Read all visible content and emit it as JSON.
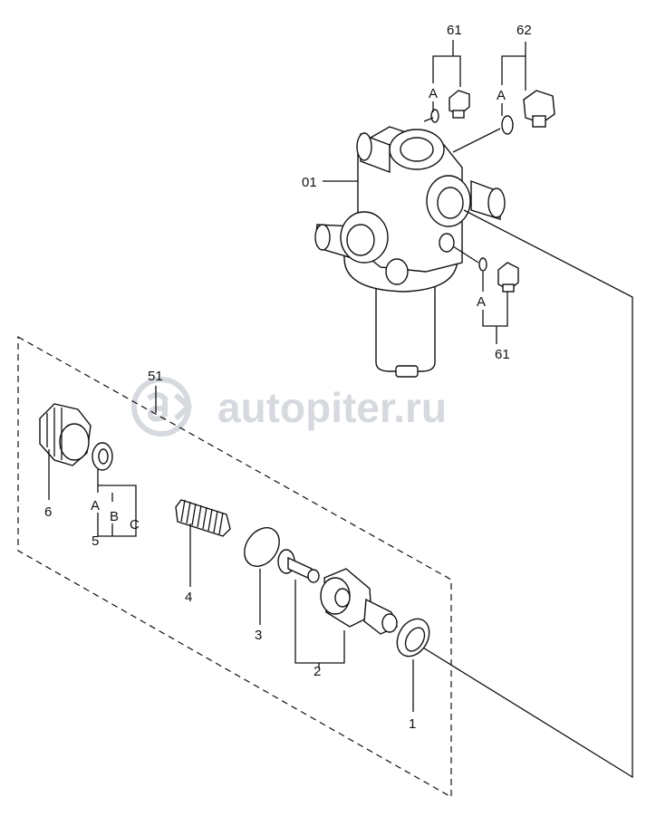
{
  "labels": {
    "assembly": "01",
    "plug_top_1": "61",
    "plug_top_2": "62",
    "plug_side": "61",
    "kit": "51",
    "seat": "1",
    "valve": "2",
    "oring": "3",
    "spring": "4",
    "washer": "5",
    "cap": "6",
    "code_a": "A",
    "code_b": "B",
    "code_c": "C"
  },
  "watermark": {
    "text": "autopiter.ru"
  },
  "colors": {
    "line": "#111111",
    "watermark": "#d6d9de"
  }
}
